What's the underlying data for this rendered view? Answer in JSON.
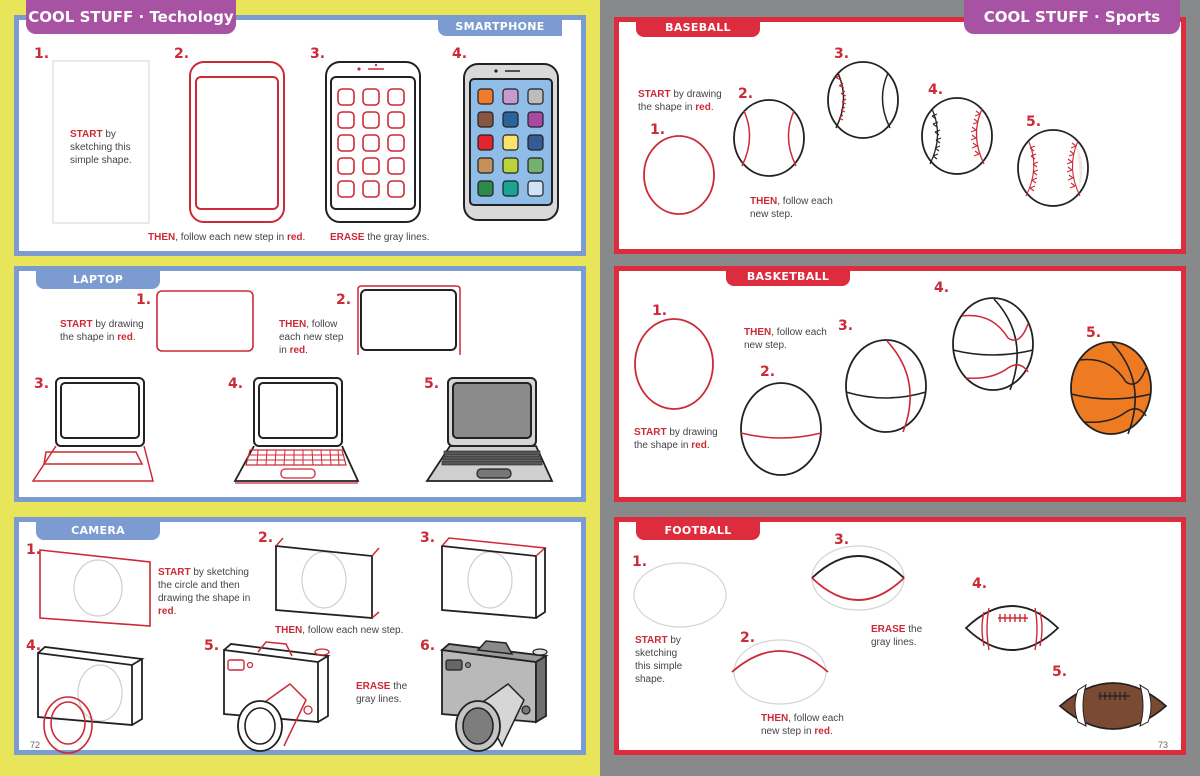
{
  "colors": {
    "left_bg": "#e9e55a",
    "right_bg": "#88898b",
    "blue_frame": "#7c9bd1",
    "red_frame": "#dd2c3d",
    "header_purple": "#a852a3",
    "step_red": "#cc2a36"
  },
  "left_page": {
    "header": "COOL STUFF · Techology",
    "page_number": "72",
    "sections": {
      "smartphone": {
        "title": "SMARTPHONE",
        "steps": [
          "1.",
          "2.",
          "3.",
          "4."
        ],
        "start_kw": "START",
        "start_text": " by sketching this simple shape.",
        "then_kw": "THEN",
        "then_text": ", follow each new step in ",
        "red_kw": "red",
        "period": ".",
        "erase_kw": "ERASE",
        "erase_text": " the gray lines.",
        "app_colors": [
          "#f07b2b",
          "#c79ad0",
          "#bdbdbd",
          "#8a5540",
          "#27649c",
          "#a64aa2",
          "#e42530",
          "#f8e46c",
          "#345b94",
          "#c3915a",
          "#b8d43a",
          "#74b06e",
          "#2e8a4a",
          "#19a495",
          "#cfe3f5"
        ]
      },
      "laptop": {
        "title": "LAPTOP",
        "steps": [
          "1.",
          "2.",
          "3.",
          "4.",
          "5."
        ],
        "start_kw": "START",
        "start_text": " by drawing the shape in ",
        "red_kw": "red",
        "period": ".",
        "then_kw": "THEN",
        "then_text": ", follow each new step in "
      },
      "camera": {
        "title": "CAMERA",
        "steps": [
          "1.",
          "2.",
          "3.",
          "4.",
          "5.",
          "6."
        ],
        "start_kw": "START",
        "start_text": " by sketching the circle and then drawing the shape in ",
        "red_kw": "red",
        "period": ".",
        "then_kw": "THEN",
        "then_text": ", follow each new step.",
        "erase_kw": "ERASE",
        "erase_text": " the gray lines."
      }
    }
  },
  "right_page": {
    "header": "COOL STUFF · Sports",
    "page_number": "73",
    "sections": {
      "baseball": {
        "title": "BASEBALL",
        "steps": [
          "1.",
          "2.",
          "3.",
          "4.",
          "5."
        ],
        "start_kw": "START",
        "start_text": " by drawing the shape in ",
        "red_kw": "red",
        "period": ".",
        "then_kw": "THEN",
        "then_text": ", follow each new step."
      },
      "basketball": {
        "title": "BASKETBALL",
        "steps": [
          "1.",
          "2.",
          "3.",
          "4.",
          "5."
        ],
        "then_kw": "THEN",
        "then_text": ", follow each new step.",
        "start_kw": "START",
        "start_text": " by drawing the shape in ",
        "red_kw": "red",
        "period": "."
      },
      "football": {
        "title": "FOOTBALL",
        "steps": [
          "1.",
          "2.",
          "3.",
          "4.",
          "5."
        ],
        "start_kw": "START",
        "start_text": " by sketching this simple shape.",
        "then_kw": "THEN",
        "then_text": ", follow each new step in ",
        "red_kw": "red",
        "period": ".",
        "erase_kw": "ERASE",
        "erase_text": " the gray lines."
      }
    }
  }
}
